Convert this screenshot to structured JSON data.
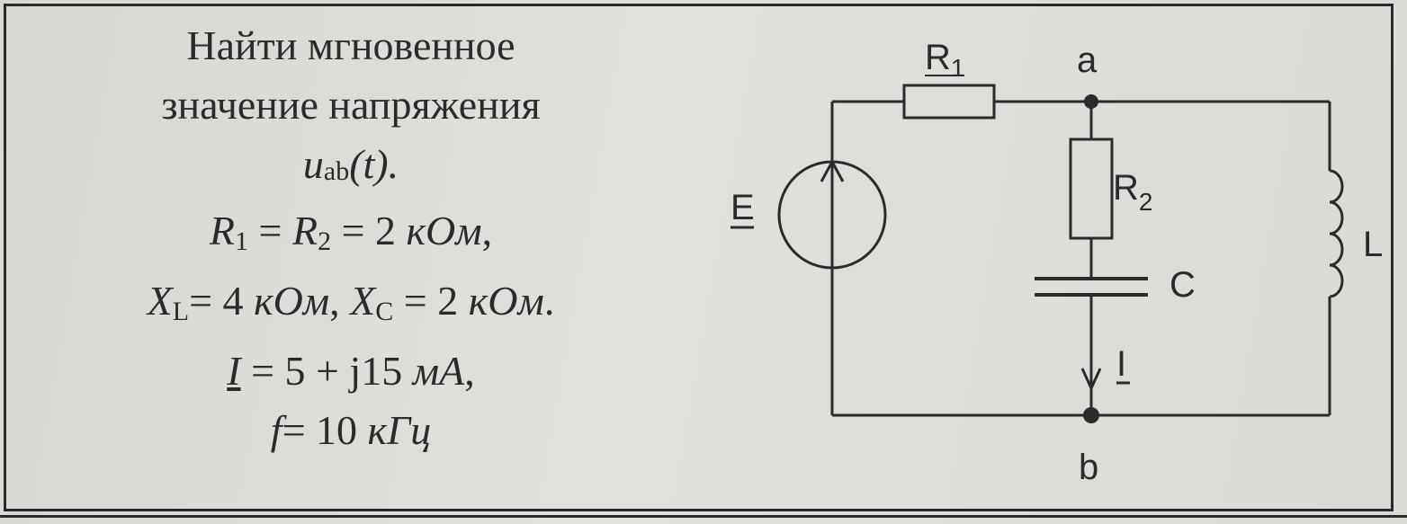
{
  "problem": {
    "line1": "Найти мгновенное",
    "line2": "значение напряжения",
    "uab_symbol": "u",
    "uab_sub": "ab",
    "uab_rest": "(t).",
    "r_line": {
      "r1": "R",
      "r1_sub": "1",
      "mid": " = ",
      "r2": "R",
      "r2_sub": "2",
      "tail": " = 2 ",
      "unit": "кОм",
      "end": ","
    },
    "x_line": {
      "xl": "X",
      "xl_sub": "L",
      "xl_val": "= 4 ",
      "xl_unit": "кОм",
      "sep": ", ",
      "xc": "X",
      "xc_sub": "C",
      "xc_val": " = 2 ",
      "xc_unit": "кОм",
      "end": "."
    },
    "i_line": {
      "i": "I",
      "val": " = 5 + j15 ",
      "unit": "мА",
      "end": ","
    },
    "f_line": {
      "f": "f",
      "val": "= 10 ",
      "unit": "кГц"
    }
  },
  "circuit": {
    "labels": {
      "r1": "R",
      "r1_sub": "1",
      "a": "a",
      "r2": "R",
      "r2_sub": "2",
      "e": "E",
      "l": "L",
      "c": "C",
      "i": "I",
      "b": "b"
    },
    "ink_color": "#2b2b2b",
    "background_color": "#dddbd7"
  }
}
